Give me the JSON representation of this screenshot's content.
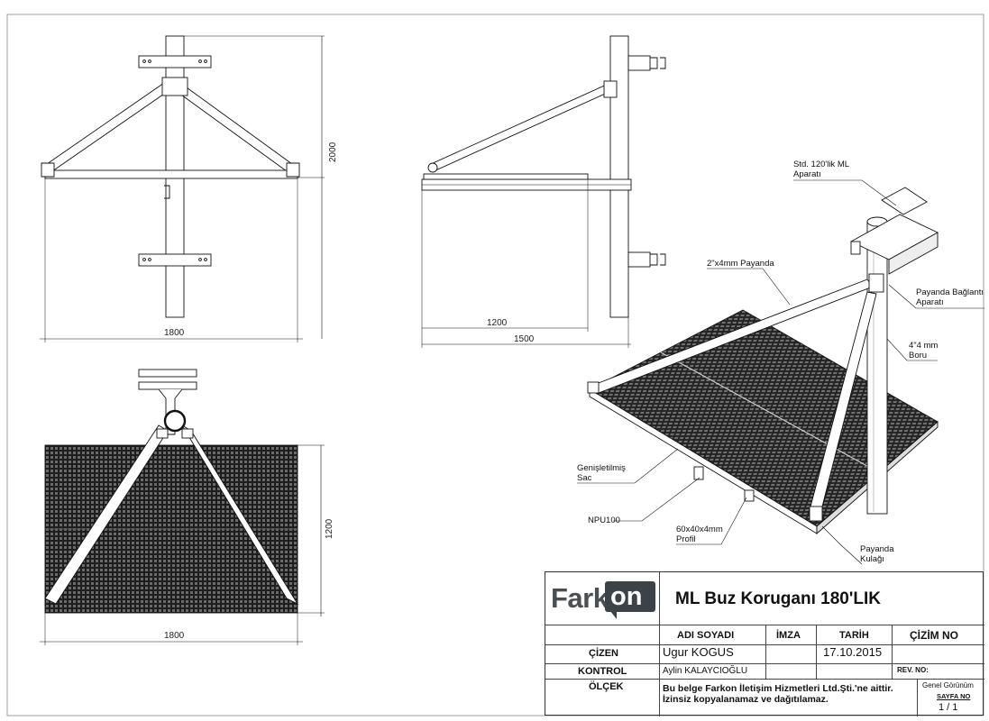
{
  "drawing": {
    "front_view": {
      "height": "2000",
      "width": "1800"
    },
    "side_view": {
      "inner_depth": "1200",
      "outer_depth": "1500"
    },
    "top_view": {
      "depth": "1200",
      "width": "1800"
    },
    "callouts": [
      {
        "id": "std_apparatus",
        "lines": [
          "Std. 120'lik ML",
          "Aparatı"
        ]
      },
      {
        "id": "brace",
        "lines": [
          "2\"x4mm Payanda"
        ]
      },
      {
        "id": "brace_conn",
        "lines": [
          "Payanda Bağlantı",
          "Aparatı"
        ]
      },
      {
        "id": "pipe",
        "lines": [
          "4\"4 mm",
          "Boru"
        ]
      },
      {
        "id": "sheet",
        "lines": [
          "Genişletilmiş",
          "Sac"
        ]
      },
      {
        "id": "npu",
        "lines": [
          "NPU100"
        ]
      },
      {
        "id": "profile",
        "lines": [
          "60x40x4mm",
          "Profil"
        ]
      },
      {
        "id": "ear",
        "lines": [
          "Payanda",
          "Kulağı"
        ]
      }
    ]
  },
  "title_block": {
    "logo": {
      "part1": "Fark",
      "part2": "on"
    },
    "title": "ML Buz Koruganı 180'LIK",
    "headers": {
      "name": "ADI SOYADI",
      "signature": "İMZA",
      "date": "TARİH",
      "drawing_no": "ÇİZİM NO"
    },
    "rows": {
      "drawn_label": "ÇİZEN",
      "drawn_name": "Ugur KOGUS",
      "drawn_date": "17.10.2015",
      "check_label": "KONTROL",
      "check_name": "Aylin KALAYCIOĞLU",
      "rev_label": "REV. NO:",
      "scale_label": "ÖLÇEK"
    },
    "notice_line1": "Bu belge Farkon İletişim Hizmetleri Ltd.Şti.'ne aittir.",
    "notice_line2": "İzinsiz kopyalanamaz ve dağıtılamaz.",
    "view_label": "Genel Görünüm",
    "page_label": "SAYFA NO",
    "page_value": "1 / 1"
  }
}
